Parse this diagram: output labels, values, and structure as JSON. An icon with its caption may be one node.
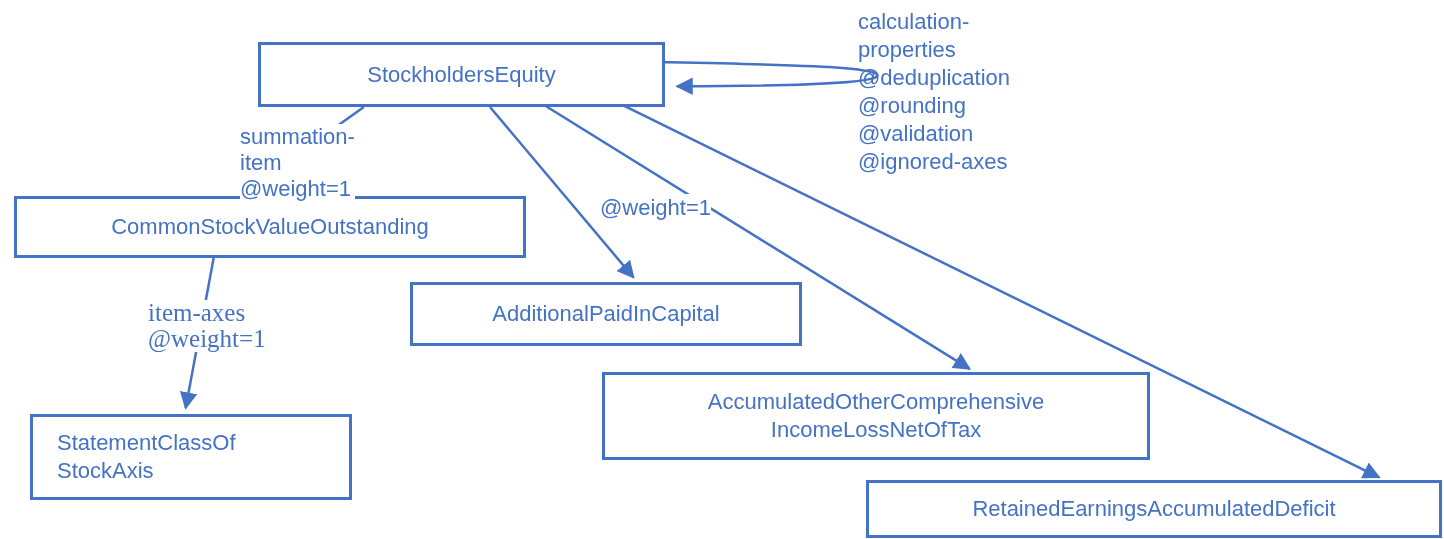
{
  "diagram": {
    "nodes": [
      {
        "text": [
          "StockholdersEquity"
        ]
      },
      {
        "text": [
          "CommonStockValueOutstanding"
        ]
      },
      {
        "text": [
          "AdditionalPaidInCapital"
        ]
      },
      {
        "text": [
          "AccumulatedOtherComprehensive IncomeLossNetOfTax"
        ]
      },
      {
        "text": [
          "RetainedEarningsAccumulatedDeficit"
        ]
      },
      {
        "text": [
          "StatementClassOf StockAxis"
        ]
      }
    ],
    "edges": [
      {
        "from": 0,
        "to": 0,
        "arrow": "to",
        "label": "calculation-properties @deduplication @rounding @validation @ignored-axes"
      },
      {
        "from": 0,
        "to": 1,
        "arrow": "to",
        "label": "summation-item @weight=1"
      },
      {
        "from": 0,
        "to": 2,
        "arrow": "to",
        "label": "@weight=1"
      },
      {
        "from": 0,
        "to": 3,
        "arrow": "to"
      },
      {
        "from": 0,
        "to": 4,
        "arrow": "to"
      },
      {
        "from": 1,
        "to": 5,
        "arrow": "to",
        "label": "item-axes @weight=1"
      }
    ]
  }
}
